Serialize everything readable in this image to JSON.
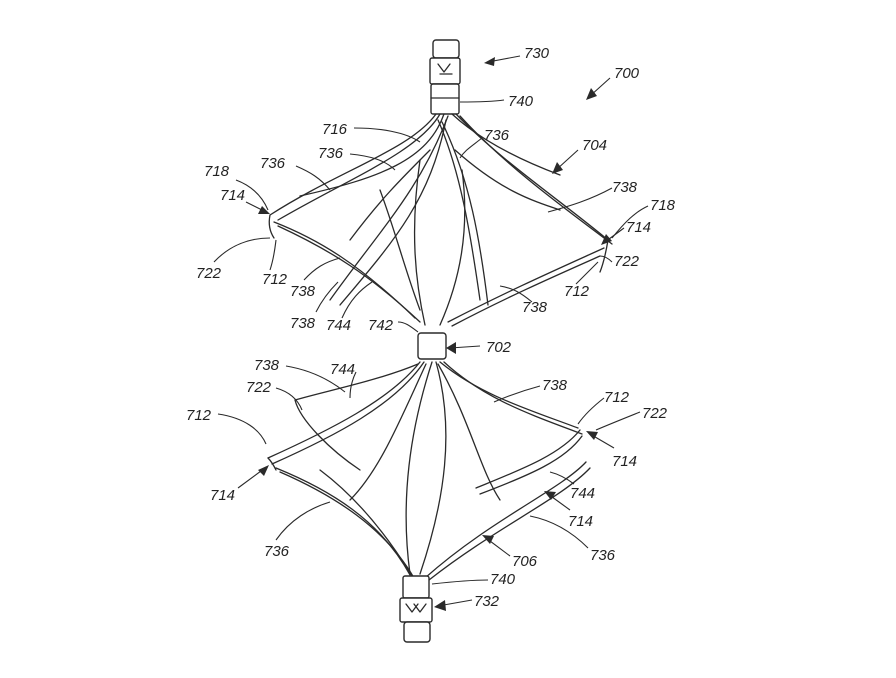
{
  "figure": {
    "labels": {
      "l700": "700",
      "l730": "730",
      "l740_top": "740",
      "l716": "716",
      "l736_a": "736",
      "l736_b": "736",
      "l736_c": "736",
      "l704": "704",
      "l718_left": "718",
      "l714_left_top": "714",
      "l722_left_top": "722",
      "l712_left_top": "712",
      "l738_a": "738",
      "l738_b": "738",
      "l744_top": "744",
      "l742": "742",
      "l738_right_top": "738",
      "l718_right": "718",
      "l714_right_top": "714",
      "l722_right_top": "722",
      "l712_right_top": "712",
      "l738_bottom_mid": "738",
      "l702": "702",
      "l738_lower_left": "738",
      "l744_lower": "744",
      "l722_lower_left": "722",
      "l712_lower_left": "712",
      "l714_lower_left": "714",
      "l736_lower_left": "736",
      "l738_lower_right": "738",
      "l712_lower_right": "712",
      "l722_lower_right": "722",
      "l714_lower_right_a": "714",
      "l744_lower_right": "744",
      "l714_lower_right_b": "714",
      "l736_lower_right": "736",
      "l706": "706",
      "l740_bottom": "740",
      "l732": "732"
    }
  }
}
